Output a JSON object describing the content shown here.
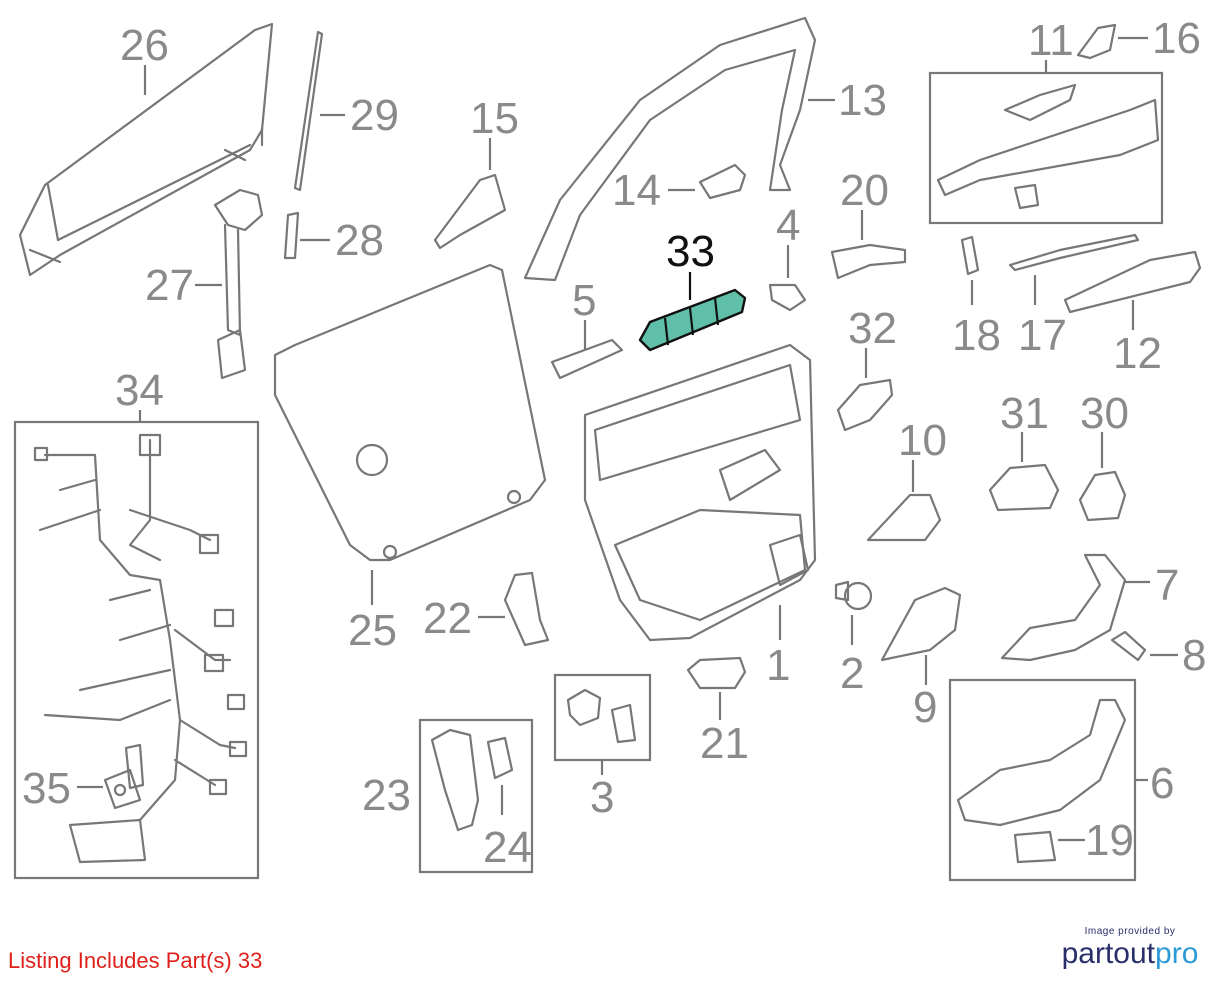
{
  "callouts": {
    "c1": "1",
    "c2": "2",
    "c3": "3",
    "c4": "4",
    "c5": "5",
    "c6": "6",
    "c7": "7",
    "c8": "8",
    "c9": "9",
    "c10": "10",
    "c11": "11",
    "c12": "12",
    "c13": "13",
    "c14": "14",
    "c15": "15",
    "c16": "16",
    "c17": "17",
    "c18": "18",
    "c19": "19",
    "c20": "20",
    "c21": "21",
    "c22": "22",
    "c23": "23",
    "c24": "24",
    "c25": "25",
    "c26": "26",
    "c27": "27",
    "c28": "28",
    "c29": "29",
    "c30": "30",
    "c31": "31",
    "c32": "32",
    "c33": "33",
    "c34": "34",
    "c35": "35"
  },
  "highlighted_part": "33",
  "colors": {
    "highlight_fill": "#5fbfa8",
    "note_text": "#e0201b",
    "brand_dark": "#2a2f6b",
    "brand_accent": "#2c9ad7"
  },
  "footer": {
    "note": "Listing Includes Part(s) 33"
  },
  "credit": {
    "small": "Image provided by",
    "brand_main": "partout",
    "brand_accent": "pro"
  }
}
